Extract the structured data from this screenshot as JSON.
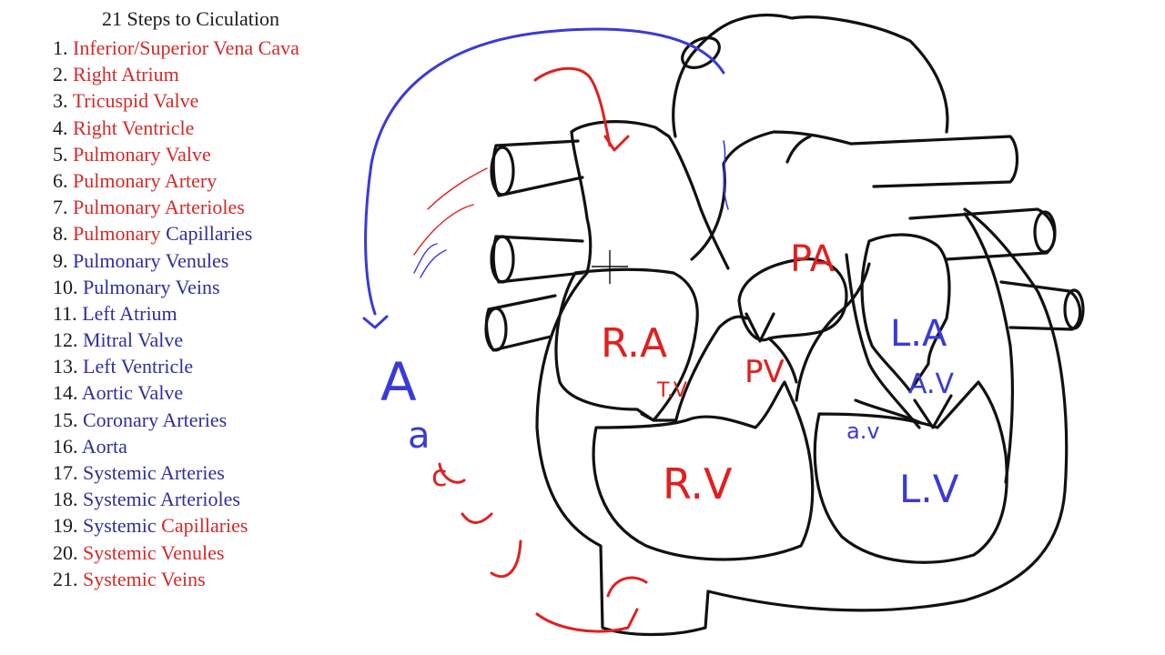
{
  "title": "21 Steps to Ciculation",
  "colors": {
    "red": "#d42a2a",
    "blue": "#2f2f9c",
    "ink": "#111111",
    "pen_blue": "#3a3ad8",
    "pen_red": "#e02020"
  },
  "steps": [
    {
      "num": "1.",
      "parts": [
        {
          "text": "Inferior/Superior Vena Cava",
          "color": "red"
        }
      ]
    },
    {
      "num": "2.",
      "parts": [
        {
          "text": "Right Atrium",
          "color": "red"
        }
      ]
    },
    {
      "num": "3.",
      "parts": [
        {
          "text": "Tricuspid Valve",
          "color": "red"
        }
      ]
    },
    {
      "num": "4.",
      "parts": [
        {
          "text": "Right Ventricle",
          "color": "red"
        }
      ]
    },
    {
      "num": "5.",
      "parts": [
        {
          "text": "Pulmonary Valve",
          "color": "red"
        }
      ]
    },
    {
      "num": "6.",
      "parts": [
        {
          "text": "Pulmonary Artery",
          "color": "red"
        }
      ]
    },
    {
      "num": "7.",
      "parts": [
        {
          "text": "Pulmonary Arterioles",
          "color": "red"
        }
      ]
    },
    {
      "num": "8.",
      "parts": [
        {
          "text": "Pulmonary ",
          "color": "red"
        },
        {
          "text": "Capillaries",
          "color": "blue"
        }
      ]
    },
    {
      "num": "9.",
      "parts": [
        {
          "text": "Pulmonary Venules",
          "color": "blue"
        }
      ]
    },
    {
      "num": "10.",
      "parts": [
        {
          "text": "Pulmonary Veins",
          "color": "blue"
        }
      ]
    },
    {
      "num": "11.",
      "parts": [
        {
          "text": "Left Atrium",
          "color": "blue"
        }
      ]
    },
    {
      "num": "12.",
      "parts": [
        {
          "text": "Mitral Valve",
          "color": "blue"
        }
      ]
    },
    {
      "num": "13.",
      "parts": [
        {
          "text": "Left Ventricle",
          "color": "blue"
        }
      ]
    },
    {
      "num": "14.",
      "parts": [
        {
          "text": "Aortic Valve",
          "color": "blue"
        }
      ]
    },
    {
      "num": "15.",
      "parts": [
        {
          "text": "Coronary Arteries",
          "color": "blue"
        }
      ]
    },
    {
      "num": "16.",
      "parts": [
        {
          "text": "Aorta",
          "color": "blue"
        }
      ]
    },
    {
      "num": "17.",
      "parts": [
        {
          "text": "Systemic Arteries",
          "color": "blue"
        }
      ]
    },
    {
      "num": "18.",
      "parts": [
        {
          "text": "Systemic Arterioles",
          "color": "blue"
        }
      ]
    },
    {
      "num": "19.",
      "parts": [
        {
          "text": "Systemic ",
          "color": "blue"
        },
        {
          "text": "Capillaries",
          "color": "red"
        }
      ]
    },
    {
      "num": "20.",
      "parts": [
        {
          "text": "Systemic Venules",
          "color": "red"
        }
      ]
    },
    {
      "num": "21.",
      "parts": [
        {
          "text": "Systemic Veins",
          "color": "red"
        }
      ]
    }
  ],
  "diagram": {
    "labels": {
      "right_atrium": "R.A",
      "tricuspid_valve": "T.V",
      "right_ventricle": "R.V",
      "pulmonary_valve": "PV",
      "pulmonary_artery": "PA",
      "left_atrium": "L.A",
      "mitral_valve": "A.V",
      "aortic_valve": "a.v",
      "left_ventricle": "L.V"
    },
    "margin_notes": {
      "aorta_letter": "A",
      "a_letter": "a",
      "c_mark": "c"
    }
  }
}
